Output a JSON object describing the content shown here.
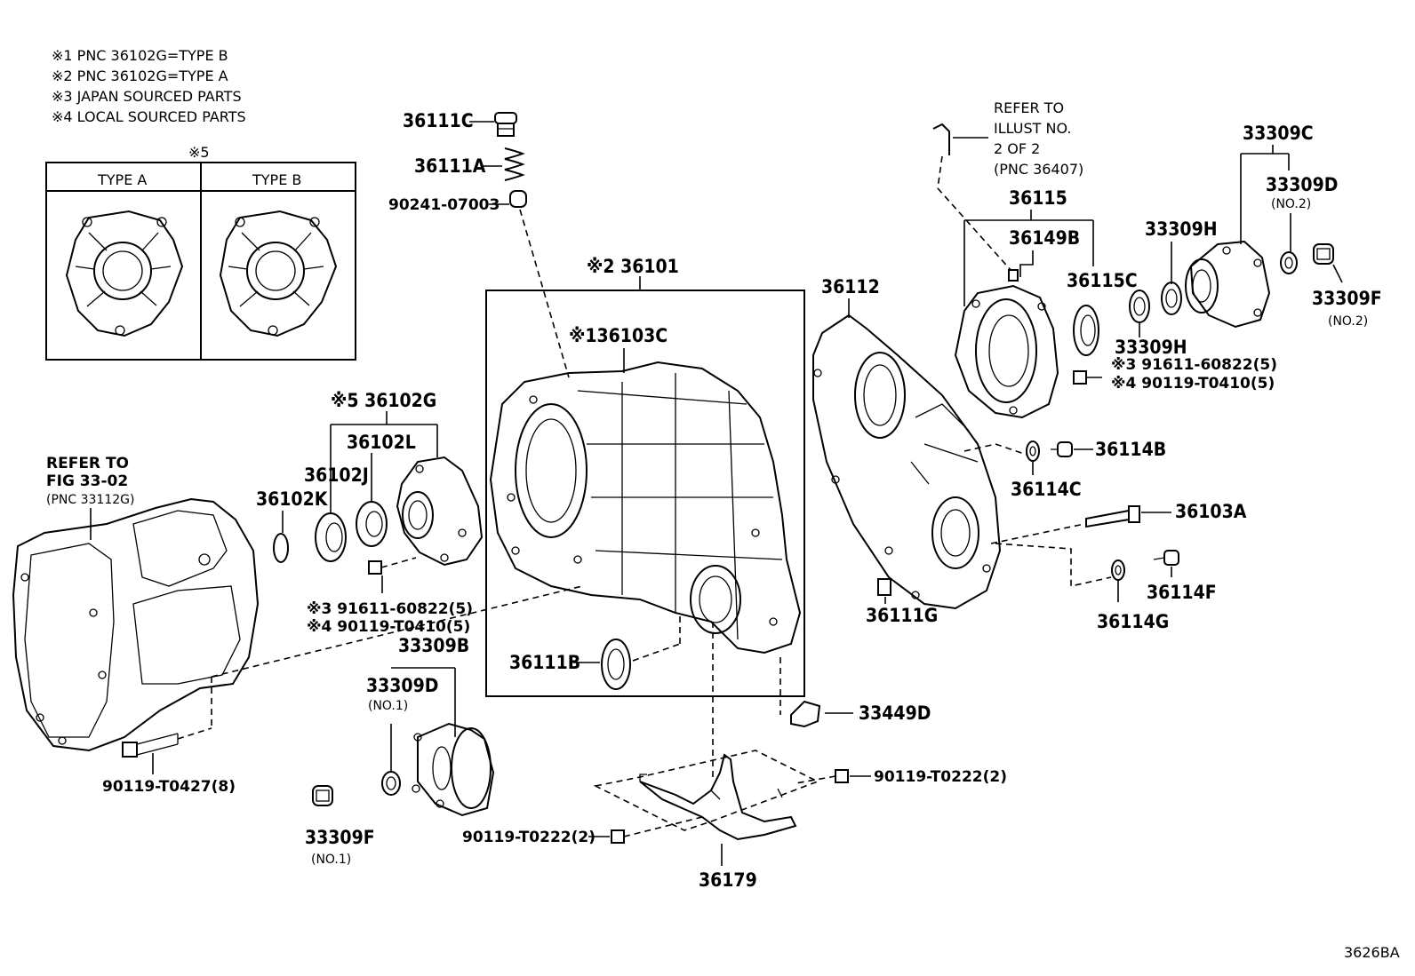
{
  "notes": [
    "※1 PNC 36102G=TYPE B",
    "※2 PNC 36102G=TYPE A",
    "※3 JAPAN SOURCED PARTS",
    "※4 LOCAL SOURCED PARTS"
  ],
  "inset": {
    "marker": "※5",
    "col_a": "TYPE A",
    "col_b": "TYPE B"
  },
  "refer_left": [
    "REFER TO",
    "FIG 33-02",
    "(PNC 33112G)"
  ],
  "refer_right": [
    "REFER TO",
    "ILLUST NO.",
    "2 OF 2",
    "(PNC 36407)"
  ],
  "labels": {
    "p36111C": "36111C",
    "p36111A": "36111A",
    "p90241": "90241-07003",
    "p36101": "※2 36101",
    "p36103C": "※136103C",
    "p36102G": "※5 36102G",
    "p36102L": "36102L",
    "p36102J": "36102J",
    "p36102K": "36102K",
    "p91611a": "※3 91611-60822(5)",
    "p90119a": "※4 90119-T0410(5)",
    "p33309B": "33309B",
    "p33309D1": "33309D",
    "p33309D1sub": "(NO.1)",
    "p33309F1": "33309F",
    "p33309F1sub": "(NO.1)",
    "p90119T0427": "90119-T0427(8)",
    "p36111B": "36111B",
    "p33449D": "33449D",
    "p90119T0222a": "90119-T0222(2)",
    "p90119T0222b": "90119-T0222(2)",
    "p36179": "36179",
    "p36112": "36112",
    "p36111G": "36111G",
    "p36115": "36115",
    "p36149B": "36149B",
    "p36115C": "36115C",
    "p33309H1": "33309H",
    "p33309H2": "33309H",
    "p33309C": "33309C",
    "p33309D2": "33309D",
    "p33309D2sub": "(NO.2)",
    "p33309F2": "33309F",
    "p33309F2sub": "(NO.2)",
    "p91611b": "※3 91611-60822(5)",
    "p90119b": "※4 90119-T0410(5)",
    "p36114B": "36114B",
    "p36114C": "36114C",
    "p36103A": "36103A",
    "p36114F": "36114F",
    "p36114G": "36114G"
  },
  "figure_code": "3626BA"
}
